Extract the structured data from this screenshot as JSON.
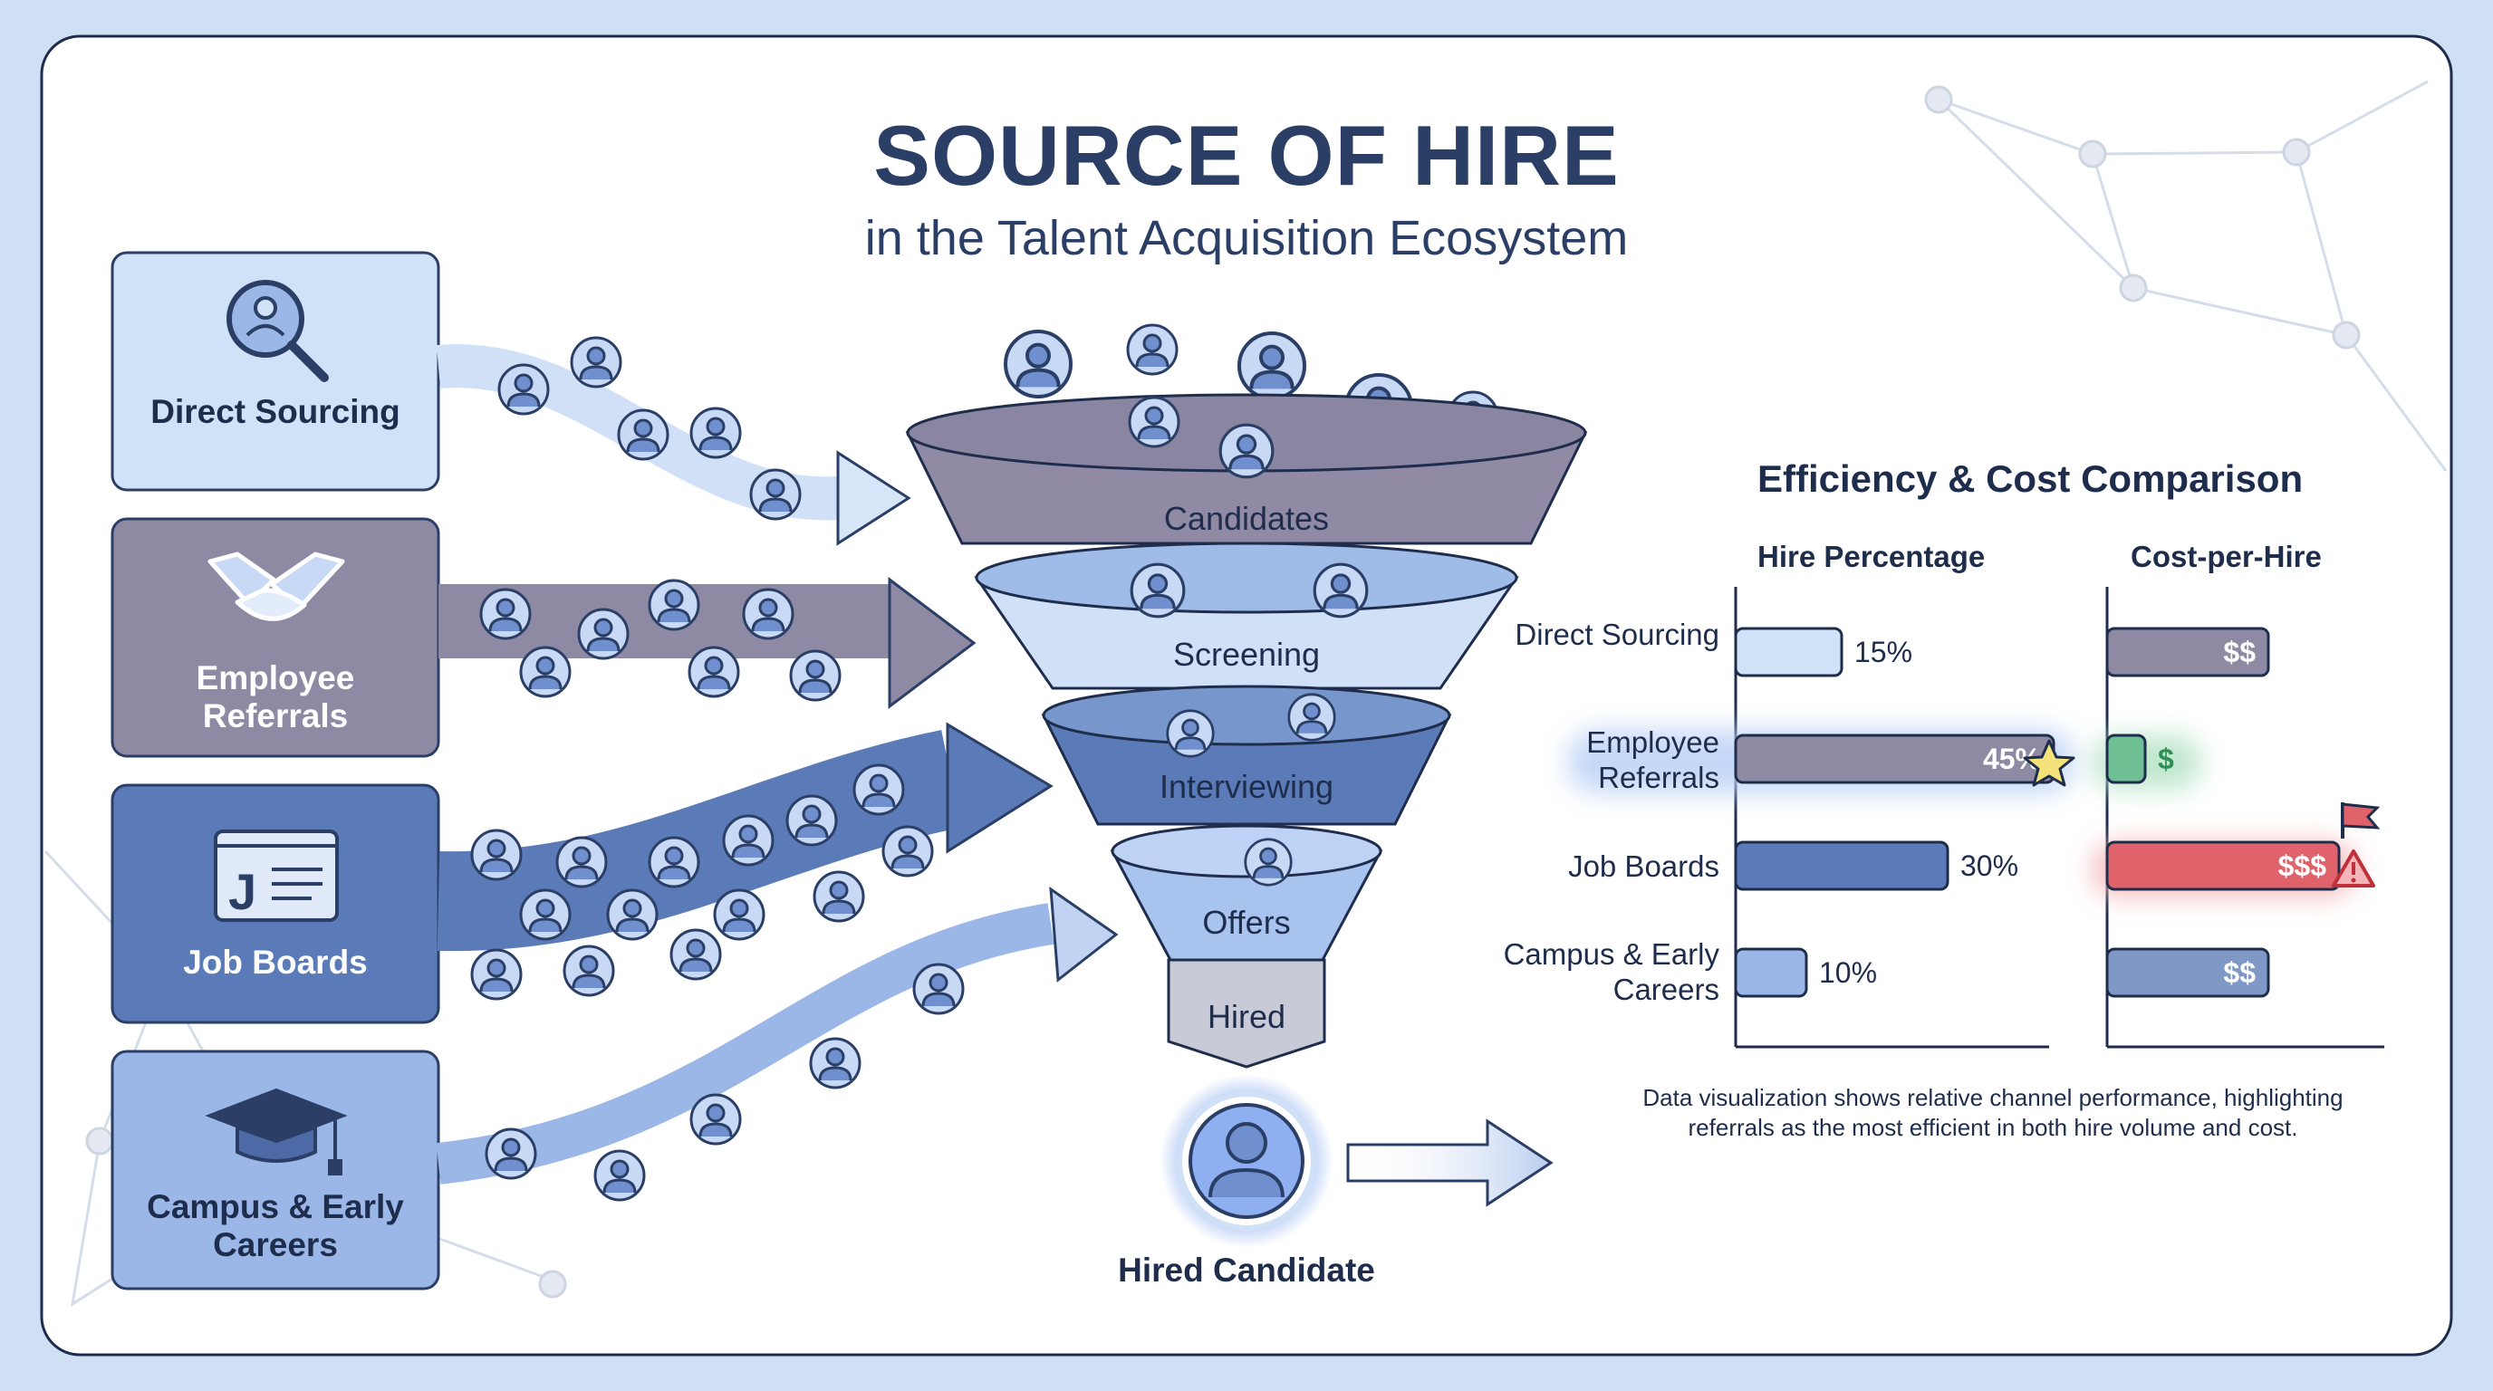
{
  "header": {
    "title": "SOURCE OF HIRE",
    "subtitle": "in the Talent Acquisition Ecosystem"
  },
  "sources": [
    {
      "label": "Direct Sourcing",
      "icon": "magnifier-person-icon",
      "color": "#cfe2f7"
    },
    {
      "label": "Employee Referrals",
      "icon": "handshake-icon",
      "color": "#8f8aa3"
    },
    {
      "label": "Job Boards",
      "icon": "job-board-icon",
      "color": "#5b7bb8"
    },
    {
      "label": "Campus & Early Careers",
      "icon": "graduation-cap-icon",
      "color": "#9bb7e8"
    }
  ],
  "funnel": {
    "stages": [
      "Candidates",
      "Screening",
      "Interviewing",
      "Offers",
      "Hired"
    ],
    "outcome_label": "Hired Candidate"
  },
  "chart_data": {
    "type": "bar",
    "title": "Efficiency & Cost Comparison",
    "categories": [
      "Direct Sourcing",
      "Employee Referrals",
      "Job Boards",
      "Campus & Early Careers"
    ],
    "series": [
      {
        "name": "Hire Percentage",
        "values": [
          15,
          45,
          30,
          10
        ],
        "labels": [
          "15%",
          "45%",
          "30%",
          "10%"
        ]
      },
      {
        "name": "Cost-per-Hire",
        "values": [
          2,
          1,
          3,
          2
        ],
        "labels": [
          "$$",
          "$",
          "$$$",
          "$$"
        ]
      }
    ],
    "colors": [
      "#cfe2f7",
      "#8f8aa3",
      "#5b7bb8",
      "#9bb7e8"
    ],
    "cost_colors": [
      "#8f8aa3",
      "#6fbf95",
      "#e0626a",
      "#7f98c6"
    ],
    "highlight": {
      "category": "Employee Referrals",
      "icon": "star-icon"
    },
    "warning": {
      "category": "Job Boards",
      "icons": [
        "red-flag-icon",
        "warning-triangle-icon"
      ]
    },
    "ylim": [
      0,
      50
    ],
    "legend": "none",
    "grid": false,
    "footnote": "Data visualization shows relative channel performance, highlighting referrals as the most efficient in both hire volume and cost."
  }
}
